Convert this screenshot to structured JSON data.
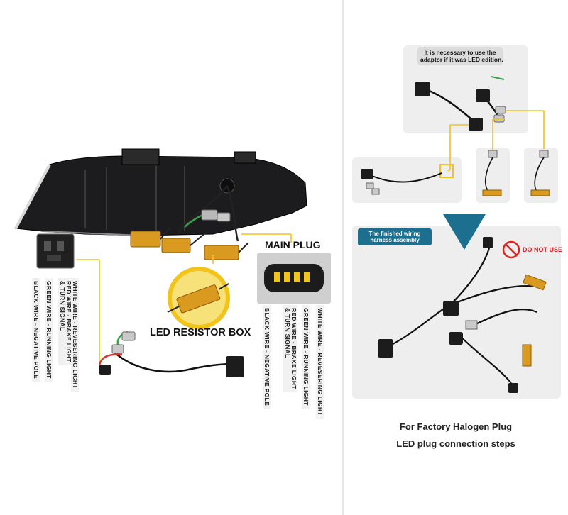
{
  "left_panel": {
    "connector_labels": [
      "WHITE WIRE - REVESERING LIGHT",
      "RED WIRE - BRAKE LIGHT\n& TURN SIGNAL",
      "GREEN WIRE - RUNNING LIGHT",
      "BLACK WIRE - NEGATIVE POLE"
    ],
    "main_plug_title": "MAIN PLUG",
    "main_plug_labels": [
      "WHITE WIRE - REVESERING LIGHT",
      "GREEN WIRE - RUNNING LIGHT",
      "RED WIRE - BRAKE LIGHT\n& TURN SIGNAL",
      "BLACK WIRE - NEGATIVE POLE"
    ],
    "resistor_title": "LED RESISTOR BOX"
  },
  "right_panel": {
    "note": "It is necessary to use the\nadaptor if it was LED edition.",
    "finished_tag": "The finished wiring\nharness assembly",
    "warning": "DO NOT USE",
    "caption_line1": "For Factory Halogen Plug",
    "caption_line2": "LED plug connection steps"
  },
  "colors": {
    "accent_yellow": "#f2c318",
    "tag_blue": "#1c6f8e",
    "warning_red": "#e32020",
    "resistor_gold": "#d99a1f"
  }
}
